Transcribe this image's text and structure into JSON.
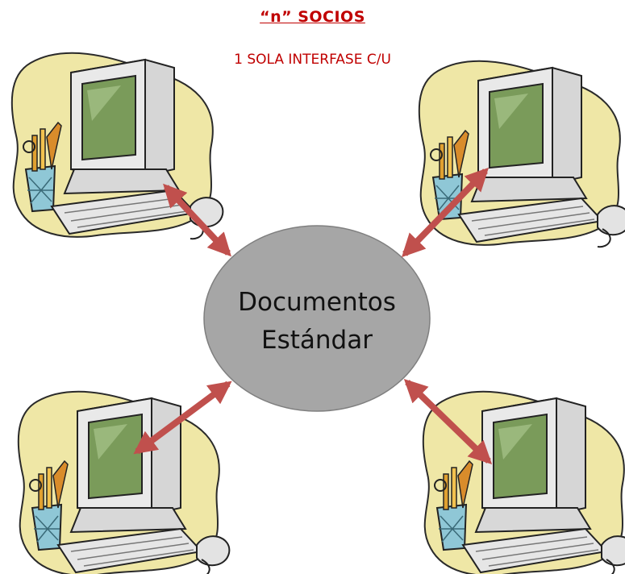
{
  "header": {
    "title": "“n” SOCIOS",
    "subtitle": "1 SOLA INTERFASE C/U"
  },
  "center_node": {
    "line1": "Documentos",
    "line2": "Estándar"
  },
  "partners": [
    {
      "icon": "computer-clipart-icon"
    },
    {
      "icon": "computer-clipart-icon"
    },
    {
      "icon": "computer-clipart-icon"
    },
    {
      "icon": "computer-clipart-icon"
    }
  ],
  "colors": {
    "title": "#c00000",
    "arrow": "#c0504d",
    "ellipse": "#a6a6a6",
    "blob": "#efe7a6",
    "screen": "#7a9b5a"
  }
}
